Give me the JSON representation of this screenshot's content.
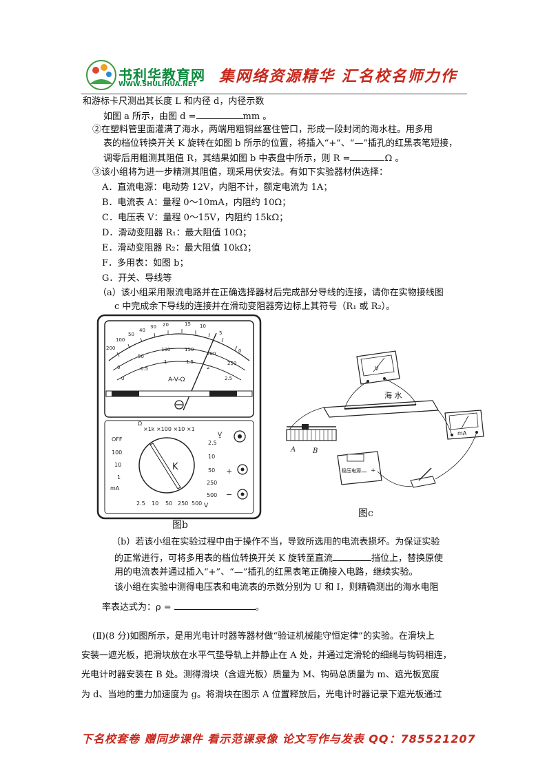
{
  "header": {
    "brand": "书利华教育网",
    "url": "WWW.SHULIHUA.NET",
    "slogan": "集网络资源精华 汇名校名师力作"
  },
  "lines": {
    "l1": "和游标卡尺测出其长度 L 和内径 d，内径示数",
    "l2a": "如图 a 所示，由图 d =",
    "l2b": "mm 。",
    "l3": "②在塑料管里面灌满了海水，两端用粗铜丝塞住管口，形成一段封闭的海水柱。用多用",
    "l4": "表的档位转换开关 K 旋转在如图 b 所示的位置，将插入“+”、“—”插孔的红黑表笔短接，",
    "l5a": "调零后用粗测其阻值 R，其结果如图 b 中表盘中所示，则 R =",
    "l5b": "Ω 。",
    "l6": "③该小组将为进一步精测其阻值，现采用伏安法。有如下实验器材供选择：",
    "optA": "A．直流电源：电动势 12V，内阻不计，额定电流为 1A；",
    "optB": "B．电流表 A：量程 0～10mA，内阻约 10Ω；",
    "optC": "C．电压表 V：量程 0～15V，内阻约 15kΩ；",
    "optD": "D．滑动变阻器 R₁：最大阻值 10Ω；",
    "optE": "E．滑动变阻器 R₂：最大阻值 10kΩ；",
    "optF": "F．多用表：如图 b；",
    "optG": "G．开关、导线等",
    "a1": "（a）该小组采用限流电路并在正确选择器材后完成部分导线的连接，请你在实物接线图",
    "a2": "c 中完成余下导线的连接并在滑动变阻器旁边标上其符号（R₁ 或 R₂）。",
    "b1a": "（b）若该小组在实验过程中由于操作不当，导致所选用的电流表损坏。为保证实验",
    "b2a": "的正常进行，可将多用表的档位转换开关 K 旋转至直流",
    "b2b": "挡位上，替换原使",
    "b3": "用的电流表并通过插入“+”、“—”插孔的红黑表笔正确接入电路，继续实验。",
    "b4": "该小组在实验中测得电压表和电流表的示数分别为 U 和 I，则精确测出的海水电阻",
    "b5a": "率表达式为：ρ =",
    "b5b": "。",
    "p1": "(Ⅱ)(8 分)如图所示，是用光电计时器等器材做“验证机械能守恒定律”的实验。在滑块上",
    "p2": "安装一遮光板，把滑块放在水平气垫导轨上并静止在 A 处，并通过定滑轮的细绳与钩码相连，",
    "p3": "光电计时器安装在 B 处。测得滑块（含遮光板）质量为 M、钩码总质量为 m、遮光板宽度",
    "p4": "为 d、当地的重力加速度为 g。将滑块在图示 A 位置释放后，光电计时器记录下遮光板通过"
  },
  "figure_b": {
    "caption": "图b",
    "dial_ohm_top": [
      "200",
      "100",
      "50",
      "40",
      "30",
      "20",
      "15",
      "10",
      "5",
      "0"
    ],
    "dial_mid": [
      "0",
      "50",
      "100",
      "150",
      "200",
      "250"
    ],
    "dial_low": [
      "0",
      "0.5",
      "1",
      "1.5",
      "2",
      "2.5"
    ],
    "dial_unit": "A-V-Ω",
    "switch_ohm_label": "Ω",
    "switch_ohm_ranges": "×1k ×100 ×10 ×1",
    "switch_left": [
      "OFF",
      "100",
      "10",
      "1",
      "mA"
    ],
    "switch_right": [
      "2.5",
      "10",
      "50",
      "250",
      "500"
    ],
    "switch_bottom": [
      "2.5",
      "10",
      "50",
      "250",
      "500",
      "V"
    ],
    "switch_knob": "K",
    "terminal_plus": "+",
    "terminal_minus": "−",
    "volt_label": "V̰"
  },
  "figure_c": {
    "caption": "图c",
    "seawater": "海  水",
    "voltmeter": "V",
    "ammeter": "mA",
    "rheostat_a": "A",
    "rheostat_b": "B",
    "supply_label": "稳压电源",
    "supply_minus": "—",
    "supply_plus": "+"
  },
  "footer": {
    "text": "下名校套卷 赠同步课件 看示范课录像 论文写作与发表 QQ：785521207"
  }
}
